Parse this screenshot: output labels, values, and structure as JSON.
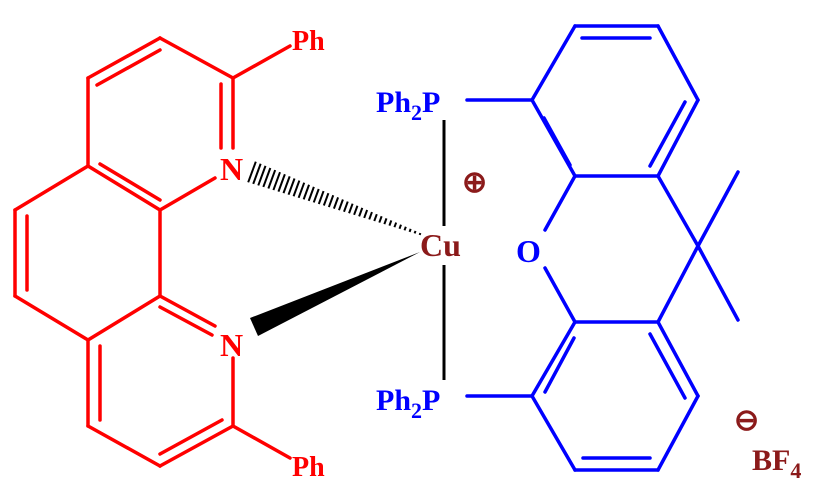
{
  "molecule": {
    "labels": {
      "ph_top": "Ph",
      "ph_bottom": "Ph",
      "n_top": "N",
      "n_bottom": "N",
      "cu": "Cu",
      "charge": "⊕",
      "p_top": "Ph",
      "p_top_sub": "2",
      "p_top_tail": "P",
      "p_bottom": "Ph",
      "p_bottom_sub": "2",
      "p_bottom_tail": "P",
      "oxygen": "O",
      "anion_charge": "⊖",
      "anion": "BF",
      "anion_sub": "4"
    },
    "colors": {
      "phenanthroline": "#ff0000",
      "xantphos": "#0000ff",
      "copper": "#8b1a1a",
      "bonds_to_metal": "#000000"
    }
  }
}
